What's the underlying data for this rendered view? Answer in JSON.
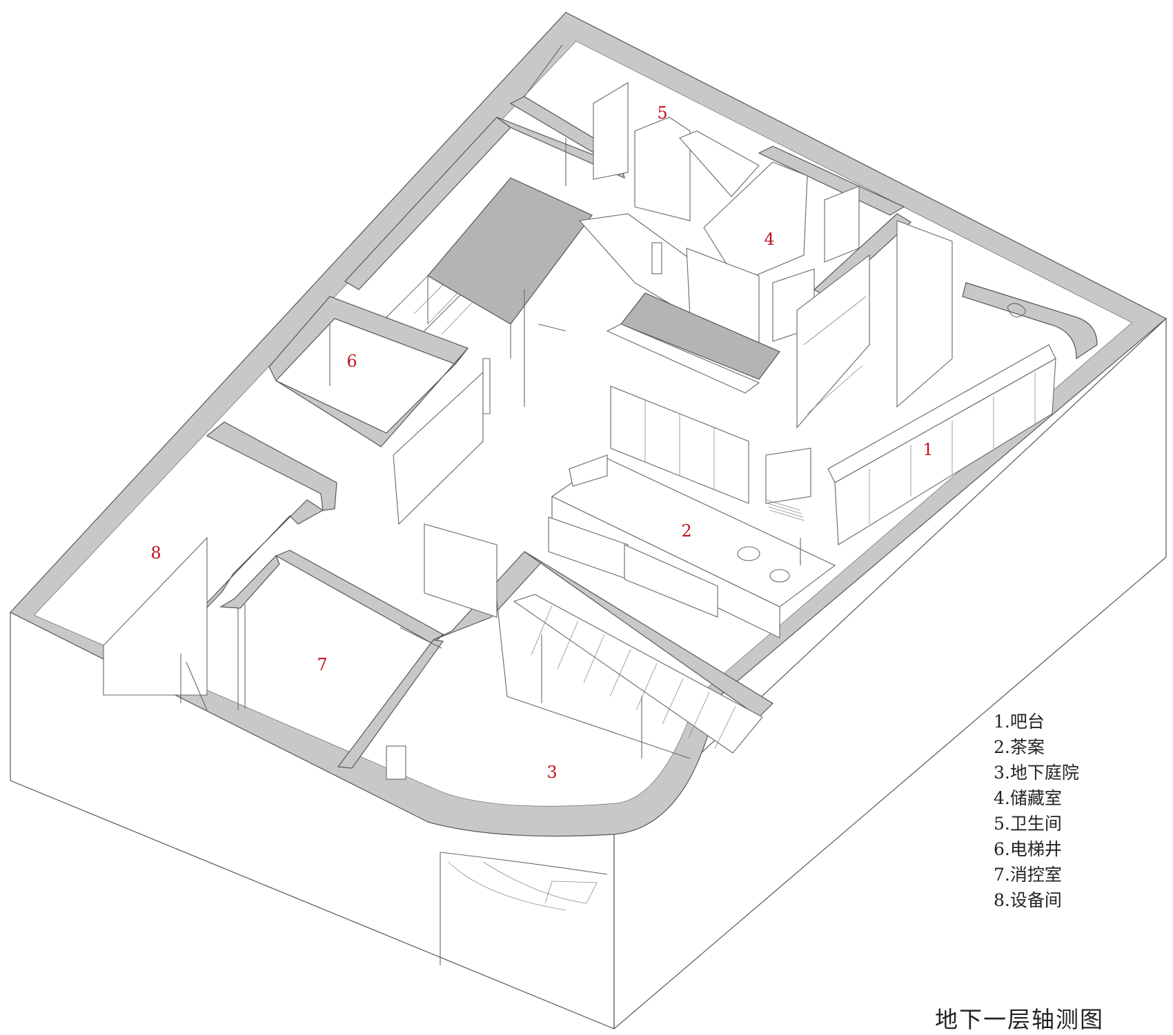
{
  "drawing": {
    "title": "地下一层轴测图",
    "room_labels": [
      {
        "id": "bar",
        "number": "1"
      },
      {
        "id": "tea-table",
        "number": "2"
      },
      {
        "id": "basement-courtyard",
        "number": "3"
      },
      {
        "id": "storage-room",
        "number": "4"
      },
      {
        "id": "restroom",
        "number": "5"
      },
      {
        "id": "elevator-shaft",
        "number": "6"
      },
      {
        "id": "fire-control-room",
        "number": "7"
      },
      {
        "id": "equipment-room",
        "number": "8"
      }
    ]
  },
  "legend": {
    "items": [
      {
        "text": "1.吧台"
      },
      {
        "text": "2.茶案"
      },
      {
        "text": "3.地下庭院"
      },
      {
        "text": "4.储藏室"
      },
      {
        "text": "5.卫生间"
      },
      {
        "text": "6.电梯井"
      },
      {
        "text": "7.消控室"
      },
      {
        "text": "8.设备间"
      }
    ]
  },
  "colors": {
    "wall_fill": "#c8c8c8",
    "label": "#c0121e",
    "roof_fill": "#b4b4b4"
  }
}
